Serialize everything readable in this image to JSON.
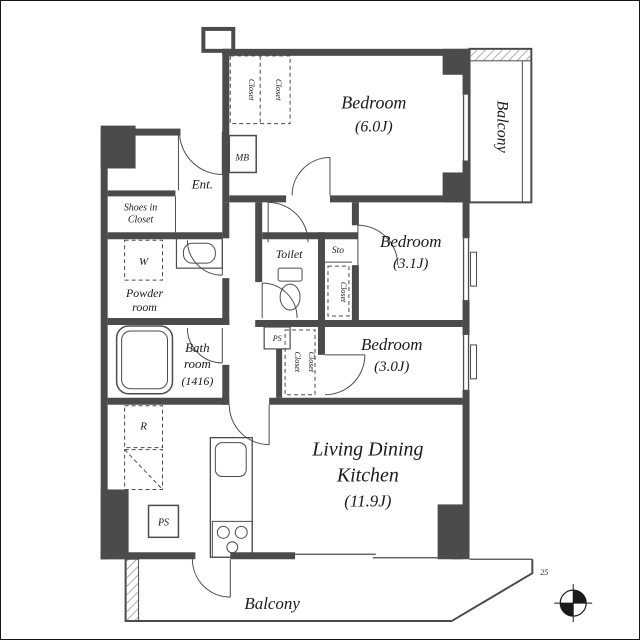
{
  "rooms": {
    "bedroom_6": {
      "name": "Bedroom",
      "size": "(6.0J)"
    },
    "bedroom_3_1": {
      "name": "Bedroom",
      "size": "(3.1J)"
    },
    "bedroom_3_0": {
      "name": "Bedroom",
      "size": "(3.0J)"
    },
    "ldk": {
      "name_line1": "Living Dining",
      "name_line2": "Kitchen",
      "size": "(11.9J)"
    },
    "balcony": "Balcony",
    "entrance": "Ent.",
    "shoes_in_closet": {
      "line1": "Shoes in",
      "line2": "Closet"
    },
    "powder_room": {
      "line1": "Powder",
      "line2": "room"
    },
    "toilet": "Toilet",
    "storage": "Sto",
    "bathroom": {
      "line1": "Bath",
      "line2": "room",
      "size": "(1416)"
    },
    "closet": "Closet",
    "washer": "W",
    "refrigerator": "R",
    "meter_box": "MB",
    "pipe_shaft": "PS"
  },
  "annotations": {
    "marker_number": "25"
  },
  "colors": {
    "wall": "#4b4b4b",
    "text": "#1a1a1a",
    "background": "#ffffff"
  }
}
